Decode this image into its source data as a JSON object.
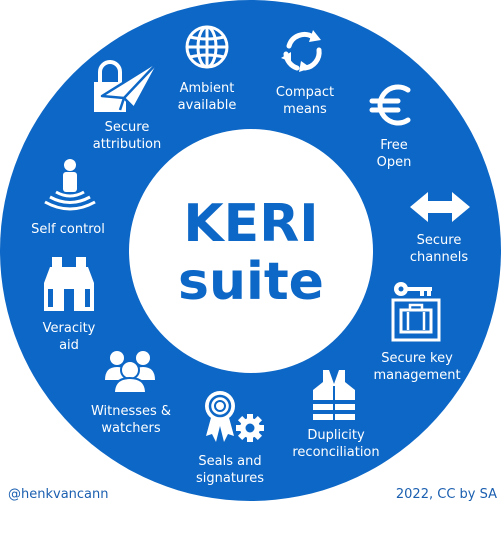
{
  "hub": {
    "line1": "KERI",
    "line2": "suite"
  },
  "segments": [
    {
      "key": "ambient",
      "icon": "globe-icon",
      "lines": [
        "Ambient",
        "available"
      ]
    },
    {
      "key": "compact",
      "icon": "recycle-arrows-icon",
      "lines": [
        "Compact",
        "means"
      ]
    },
    {
      "key": "free",
      "icon": "euro-icon",
      "lines": [
        "Free",
        "Open"
      ]
    },
    {
      "key": "channels",
      "icon": "double-arrow-icon",
      "lines": [
        "Secure",
        "channels"
      ]
    },
    {
      "key": "keys",
      "icon": "key-safe-icon",
      "lines": [
        "Secure key",
        "management"
      ]
    },
    {
      "key": "duplicity",
      "icon": "safety-vest-icon",
      "lines": [
        "Duplicity",
        "reconciliation"
      ]
    },
    {
      "key": "seals",
      "icon": "seal-gears-icon",
      "lines": [
        "Seals and",
        "signatures"
      ]
    },
    {
      "key": "witnesses",
      "icon": "people-group-icon",
      "lines": [
        "Witnesses &",
        "watchers"
      ]
    },
    {
      "key": "veracity",
      "icon": "binoculars-icon",
      "lines": [
        "Veracity",
        "aid"
      ]
    },
    {
      "key": "selfcontrol",
      "icon": "person-signal-icon",
      "lines": [
        "Self control"
      ]
    },
    {
      "key": "attribution",
      "icon": "lock-paperplane-icon",
      "lines": [
        "Secure",
        "attribution"
      ]
    }
  ],
  "footer": {
    "left": "@henkvancann",
    "right": "2022, CC by SA"
  },
  "colors": {
    "ring": "#0d67c6",
    "hub_text": "#0d67c6",
    "credit": "#1b5fb0",
    "label": "#ffffff"
  }
}
